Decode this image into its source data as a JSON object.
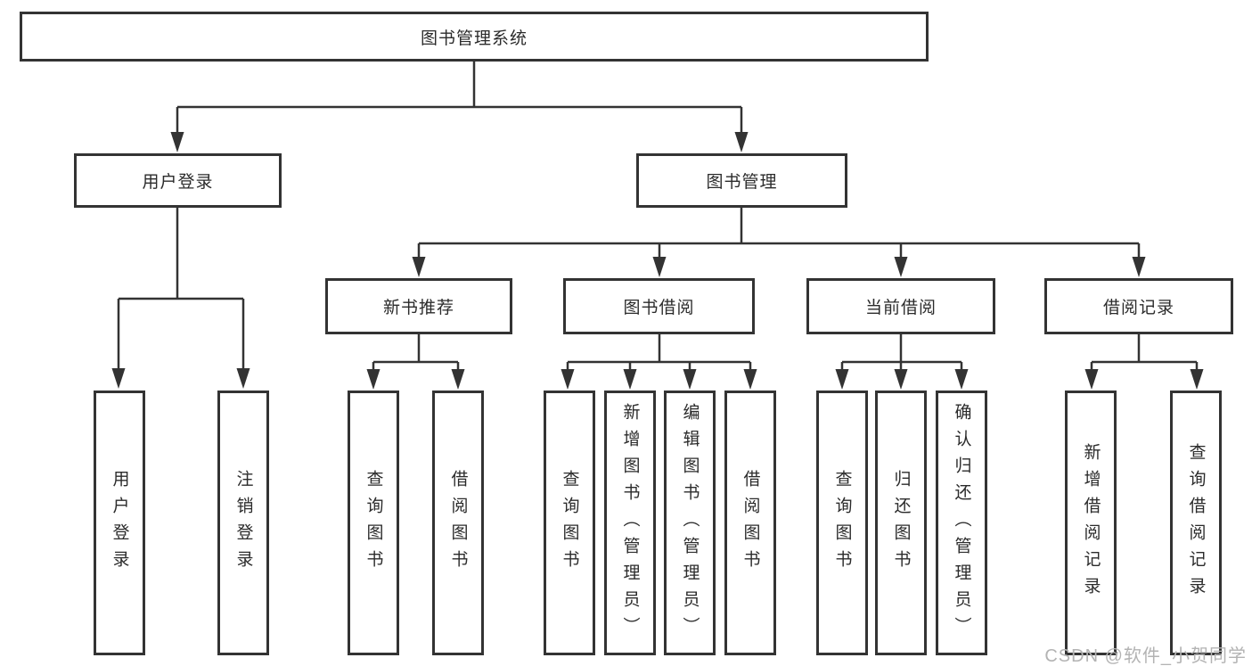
{
  "diagram": {
    "root": {
      "label": "图书管理系统"
    },
    "user_login": {
      "label": "用户登录",
      "children": [
        {
          "label": "用户登录"
        },
        {
          "label": "注销登录"
        }
      ]
    },
    "book_mgmt": {
      "label": "图书管理",
      "sections": {
        "new_books": {
          "label": "新书推荐",
          "children": [
            {
              "label": "查询图书"
            },
            {
              "label": "借阅图书"
            }
          ]
        },
        "book_borrow": {
          "label": "图书借阅",
          "children": [
            {
              "label": "查询图书"
            },
            {
              "label": "新增图书（管理员）"
            },
            {
              "label": "编辑图书（管理员）"
            },
            {
              "label": "借阅图书"
            }
          ]
        },
        "current_borrow": {
          "label": "当前借阅",
          "children": [
            {
              "label": "查询图书"
            },
            {
              "label": "归还图书"
            },
            {
              "label": "确认归还（管理员）"
            }
          ]
        },
        "borrow_records": {
          "label": "借阅记录",
          "children": [
            {
              "label": "新增借阅记录"
            },
            {
              "label": "查询借阅记录"
            }
          ]
        }
      }
    }
  },
  "watermark": {
    "text": "CSDN @软件_小贺同学"
  },
  "colors": {
    "line": "#333333",
    "box_border": "#333333",
    "text": "#2b2b2b",
    "background": "#ffffff",
    "watermark": "#b3b3b3"
  }
}
